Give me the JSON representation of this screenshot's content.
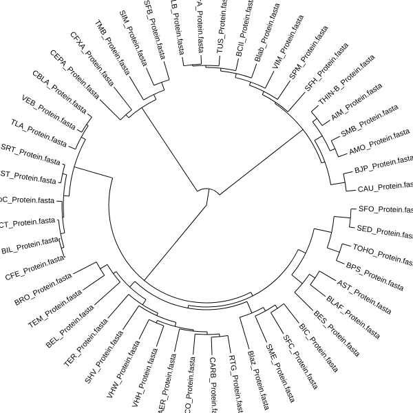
{
  "leaves": [
    "SFO_Protein.fasta",
    "SED_Protein.fasta",
    "TOHO_Protein.fasta",
    "BPS_Protein.fasta",
    "AST_Protein.fasta",
    "BLAF_Protein.fasta",
    "BES_Protein.fasta",
    "BIC_Protein.fasta",
    "SFC_Protein.fasta",
    "SME_Protein.fasta",
    "Blaz_Protein.fasta",
    "RTG_Protein.fasta",
    "CARB_Protein.fasta",
    "SCO_Protein.fasta",
    "AER_Protein.fasta",
    "VHH_Protein.fasta",
    "VHW_Protein.fasta",
    "SHV_Protein.fasta",
    "TER_Protein.fasta",
    "BEL_Protein.fasta",
    "TEM_Protein.fasta",
    "BRO_Protein.fasta",
    "CFE_Protein.fasta",
    "BIL_Protein.fasta",
    "ACT_Protein.fasta",
    "AmpC_Protein.fasta",
    "SST_Protein.fasta",
    "SRT_Protein.fasta",
    "TLA_Protein.fasta",
    "VEB_Protein.fasta",
    "CBLA_Protein.fasta",
    "CEPA_Protein.fasta",
    "CFXA_Protein.fasta",
    "TMB_Protein.fasta",
    "SIM_Protein.fasta",
    "SFB_Protein.fasta",
    "SLB_Protein.fasta",
    "CcrA_Protein.fasta",
    "TUS_Protein.fasta",
    "BCII_Protein.fasta",
    "Blab_Protein.fasta",
    "VIM_Protein.fasta",
    "SPM_Protein.fasta",
    "SFH_Protein.fasta",
    "THIN-B_Protein.fasta",
    "AIM_Protein.fasta",
    "SMB_Protein.fasta",
    "AMO_Protein.fasta",
    "BJP_Protein.fasta",
    "CAU_Protein.fasta"
  ],
  "tree": {
    "r": 0,
    "c": [
      {
        "r": 24,
        "c": [
          {
            "r": 178,
            "c": [
              {
                "r": 183,
                "c": [
                  {
                    "r": 196,
                    "c": [
                      {
                        "r": 204,
                        "c": [
                          {
                            "leaf": 44
                          },
                          {
                            "leaf": 45
                          }
                        ]
                      },
                      {
                        "r": 204,
                        "c": [
                          {
                            "leaf": 46
                          },
                          {
                            "leaf": 47
                          }
                        ]
                      }
                    ]
                  },
                  {
                    "r": 204,
                    "c": [
                      {
                        "leaf": 48
                      },
                      {
                        "leaf": 49
                      }
                    ]
                  }
                ]
              },
              {
                "r": 180,
                "c": [
                  {
                    "leaf": 43
                  },
                  {
                    "r": 185,
                    "c": [
                      {
                        "leaf": 42
                      },
                      {
                        "r": 190,
                        "c": [
                          {
                            "leaf": 41
                          },
                          {
                            "r": 196,
                            "c": [
                              {
                                "leaf": 40
                              },
                              {
                                "r": 200,
                                "c": [
                                  {
                                    "leaf": 39
                                  },
                                  {
                                    "r": 203,
                                    "c": [
                                      {
                                        "leaf": 38
                                      },
                                      {
                                        "r": 205,
                                        "c": [
                                          {
                                            "leaf": 36
                                          },
                                          {
                                            "leaf": 37
                                          }
                                        ]
                                      }
                                    ]
                                  }
                                ]
                              }
                            ]
                          }
                        ]
                      }
                    ]
                  }
                ]
              }
            ]
          },
          {
            "r": 170,
            "c": [
              {
                "r": 178,
                "c": [
                  {
                    "leaf": 33
                  },
                  {
                    "r": 190,
                    "c": [
                      {
                        "leaf": 34
                      },
                      {
                        "leaf": 35
                      }
                    ]
                  }
                ]
              },
              {
                "r": 176,
                "c": [
                  {
                    "leaf": 31
                  },
                  {
                    "leaf": 32
                  }
                ]
              }
            ]
          }
        ]
      },
      {
        "r": 142,
        "c": [
          {
            "r": 200,
            "c": [
              {
                "r": 207,
                "c": [
                  {
                    "leaf": 28
                  },
                  {
                    "r": 210,
                    "c": [
                      {
                        "leaf": 29
                      },
                      {
                        "leaf": 30
                      }
                    ]
                  }
                ]
              },
              {
                "r": 208,
                "c": [
                  {
                    "r": 214,
                    "c": [
                      {
                        "leaf": 26
                      },
                      {
                        "leaf": 27
                      }
                    ]
                  },
                  {
                    "r": 210,
                    "c": [
                      {
                        "leaf": 25
                      },
                      {
                        "r": 216,
                        "c": [
                          {
                            "leaf": 24
                          },
                          {
                            "r": 220,
                            "c": [
                              {
                                "leaf": 22
                              },
                              {
                                "leaf": 23
                              }
                            ]
                          }
                        ]
                      }
                    ]
                  }
                ]
              }
            ]
          },
          {
            "r": 148,
            "c": [
              {
                "r": 152,
                "c": [
                  {
                    "r": 163,
                    "c": [
                      {
                        "r": 168,
                        "c": [
                          {
                            "leaf": 19
                          },
                          {
                            "r": 180,
                            "c": [
                              {
                                "leaf": 20
                              },
                              {
                                "leaf": 21
                              }
                            ]
                          }
                        ]
                      },
                      {
                        "r": 172,
                        "c": [
                          {
                            "leaf": 18
                          },
                          {
                            "r": 176,
                            "c": [
                              {
                                "leaf": 17
                              },
                              {
                                "r": 182,
                                "c": [
                                  {
                                    "r": 186,
                                    "c": [
                                      {
                                        "leaf": 15
                                      },
                                      {
                                        "leaf": 16
                                      }
                                    ]
                                  },
                                  {
                                    "r": 184,
                                    "c": [
                                      {
                                        "leaf": 14
                                      },
                                      {
                                        "r": 188,
                                        "c": [
                                          {
                                            "leaf": 13
                                          },
                                          {
                                            "r": 192,
                                            "c": [
                                              {
                                                "leaf": 11
                                              },
                                              {
                                                "leaf": 12
                                              }
                                            ]
                                          }
                                        ]
                                      }
                                    ]
                                  }
                                ]
                              }
                            ]
                          }
                        ]
                      }
                    ]
                  },
                  {
                    "r": 170,
                    "c": [
                      {
                        "leaf": 10
                      },
                      {
                        "r": 176,
                        "c": [
                          {
                            "leaf": 9
                          },
                          {
                            "r": 182,
                            "c": [
                              {
                                "leaf": 8
                              },
                              {
                                "leaf": 7
                              }
                            ]
                          }
                        ]
                      }
                    ]
                  }
                ]
              },
              {
                "r": 160,
                "c": [
                  {
                    "r": 180,
                    "c": [
                      {
                        "leaf": 6
                      },
                      {
                        "r": 190,
                        "c": [
                          {
                            "leaf": 5
                          },
                          {
                            "leaf": 4
                          }
                        ]
                      }
                    ]
                  },
                  {
                    "r": 186,
                    "c": [
                      {
                        "r": 205,
                        "c": [
                          {
                            "leaf": 3
                          },
                          {
                            "leaf": 2
                          }
                        ]
                      },
                      {
                        "r": 210,
                        "c": [
                          {
                            "leaf": 1
                          },
                          {
                            "leaf": 0
                          }
                        ]
                      }
                    ]
                  }
                ]
              }
            ]
          }
        ]
      }
    ]
  }
}
